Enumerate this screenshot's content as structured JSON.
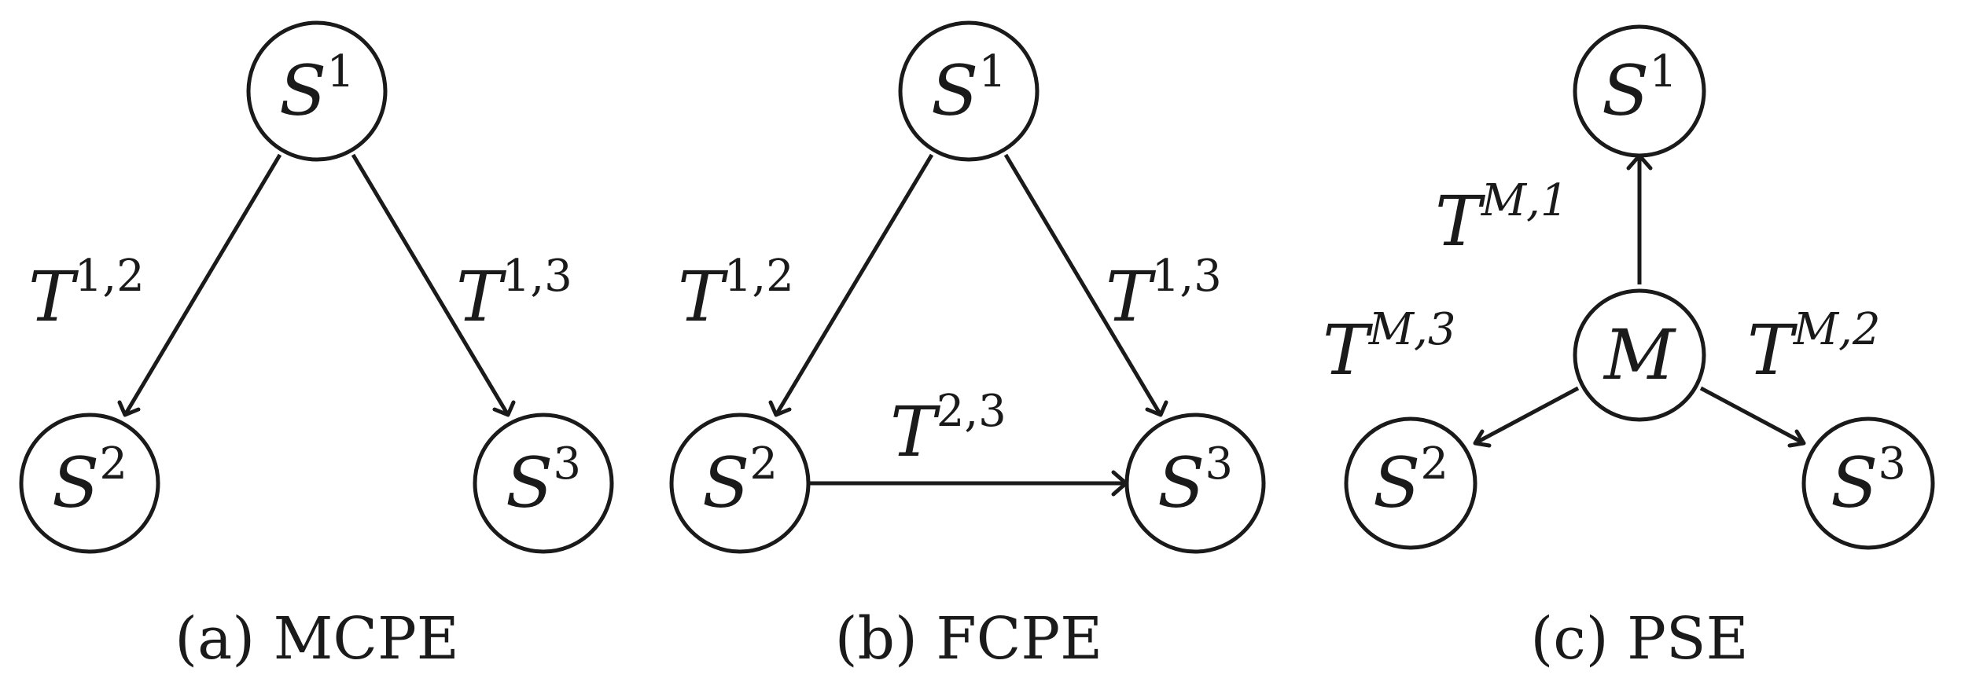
{
  "panels": [
    {
      "id": "a",
      "caption": "(a) MCPE",
      "nodes": {
        "s1": {
          "base": "S",
          "sup": "1"
        },
        "s2": {
          "base": "S",
          "sup": "2"
        },
        "s3": {
          "base": "S",
          "sup": "3"
        }
      },
      "edges": [
        {
          "from": "s1",
          "to": "s2",
          "base": "T",
          "sup": "1,2"
        },
        {
          "from": "s1",
          "to": "s3",
          "base": "T",
          "sup": "1,3"
        }
      ]
    },
    {
      "id": "b",
      "caption": "(b) FCPE",
      "nodes": {
        "s1": {
          "base": "S",
          "sup": "1"
        },
        "s2": {
          "base": "S",
          "sup": "2"
        },
        "s3": {
          "base": "S",
          "sup": "3"
        }
      },
      "edges": [
        {
          "from": "s1",
          "to": "s2",
          "base": "T",
          "sup": "1,2"
        },
        {
          "from": "s1",
          "to": "s3",
          "base": "T",
          "sup": "1,3"
        },
        {
          "from": "s2",
          "to": "s3",
          "base": "T",
          "sup": "2,3"
        }
      ]
    },
    {
      "id": "c",
      "caption": "(c) PSE",
      "nodes": {
        "s1": {
          "base": "S",
          "sup": "1"
        },
        "m": {
          "base": "M",
          "sup": ""
        },
        "s2": {
          "base": "S",
          "sup": "2"
        },
        "s3": {
          "base": "S",
          "sup": "3"
        }
      },
      "edges": [
        {
          "from": "m",
          "to": "s1",
          "base": "T",
          "sup": "M,1"
        },
        {
          "from": "m",
          "to": "s2",
          "base": "T",
          "sup": "M,3"
        },
        {
          "from": "m",
          "to": "s3",
          "base": "T",
          "sup": "M,2"
        }
      ]
    }
  ]
}
